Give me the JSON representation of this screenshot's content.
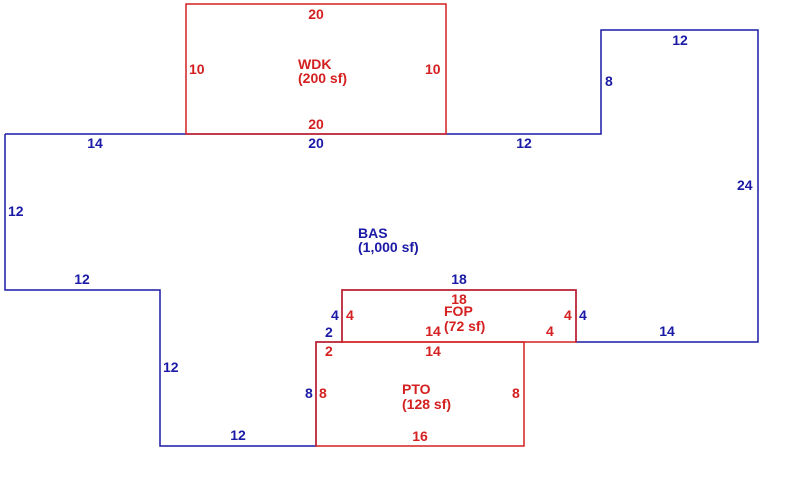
{
  "colors": {
    "main": "#1a1aa6",
    "addition": "#d42020"
  },
  "bas": {
    "name": "BAS",
    "area": "(1,000 sf)",
    "dims": {
      "top_left": "14",
      "top_mid": "20",
      "top_right": "12",
      "notch_left": "8",
      "notch_top": "12",
      "right": "24",
      "bottom_right": "14",
      "fop_right_step": "4",
      "fop_top": "18",
      "fop_left_step": "4",
      "pto_left_step": "2",
      "pto_left": "8",
      "bottom_mid": "12",
      "lower_left_vert": "12",
      "left_step": "12",
      "left": "12"
    }
  },
  "wdk": {
    "name": "WDK",
    "area": "(200 sf)",
    "dims": {
      "top": "20",
      "left": "10",
      "right": "10",
      "bottom": "20"
    }
  },
  "fop": {
    "name": "FOP",
    "area": "(72 sf)",
    "dims": {
      "top": "18",
      "left": "4",
      "right": "4",
      "bottom_right": "4",
      "bottom": "14"
    }
  },
  "pto": {
    "name": "PTO",
    "area": "(128 sf)",
    "dims": {
      "top": "14",
      "left_top": "2",
      "left": "8",
      "right": "8",
      "bottom": "16"
    }
  }
}
